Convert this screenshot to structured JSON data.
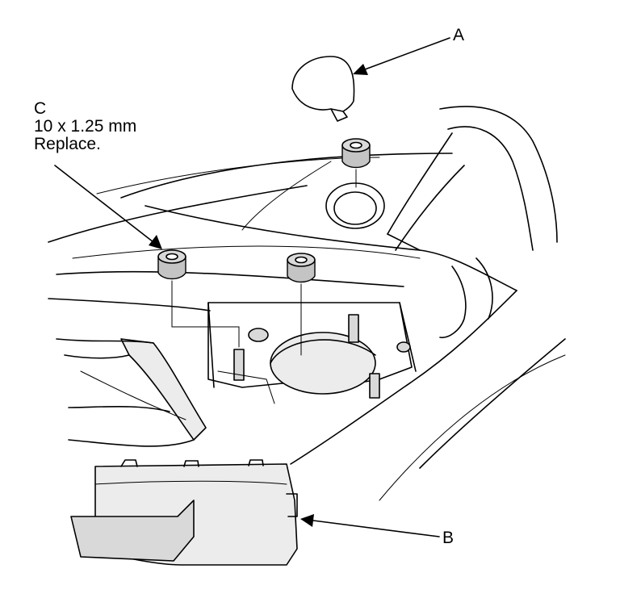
{
  "callouts": {
    "a": {
      "letter": "A"
    },
    "b": {
      "letter": "B"
    },
    "c": {
      "letter": "C",
      "size": "10 x 1.25 mm",
      "note": "Replace."
    }
  },
  "colors": {
    "line": "#000000",
    "shade": "#d9d9d9",
    "background": "#ffffff"
  }
}
